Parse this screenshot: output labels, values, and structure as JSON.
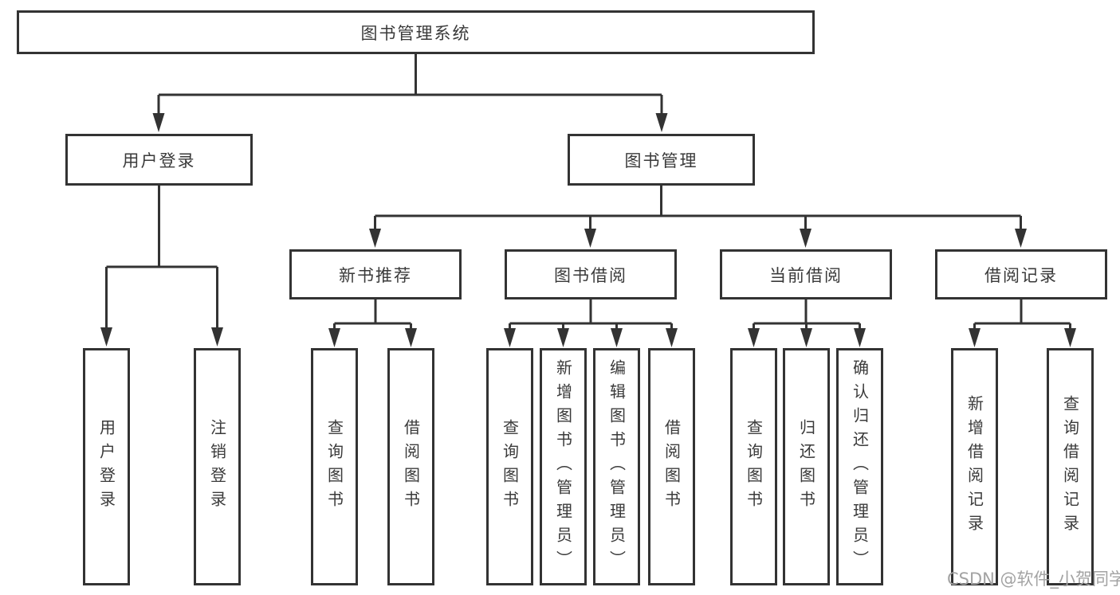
{
  "diagram": {
    "root": {
      "label": "图书管理系统"
    },
    "level1": [
      {
        "label": "用户登录"
      },
      {
        "label": "图书管理"
      }
    ],
    "level2": [
      {
        "label": "新书推荐"
      },
      {
        "label": "图书借阅"
      },
      {
        "label": "当前借阅"
      },
      {
        "label": "借阅记录"
      }
    ],
    "leaves": {
      "user_login": [
        "用户登录",
        "注销登录"
      ],
      "new_books": [
        "查询图书",
        "借阅图书"
      ],
      "book_borrow": [
        "查询图书",
        "新增图书（管理员）",
        "编辑图书（管理员）",
        "借阅图书"
      ],
      "current_borrow": [
        "查询图书",
        "归还图书",
        "确认归还（管理员）"
      ],
      "borrow_records": [
        "新增借阅记录",
        "查询借阅记录"
      ]
    }
  },
  "watermark": {
    "text": "CSDN @软件_小贺同学"
  },
  "colors": {
    "line": "#333333",
    "text": "#3a3a3a",
    "watermark": "#a3a3a3",
    "background": "#ffffff"
  }
}
